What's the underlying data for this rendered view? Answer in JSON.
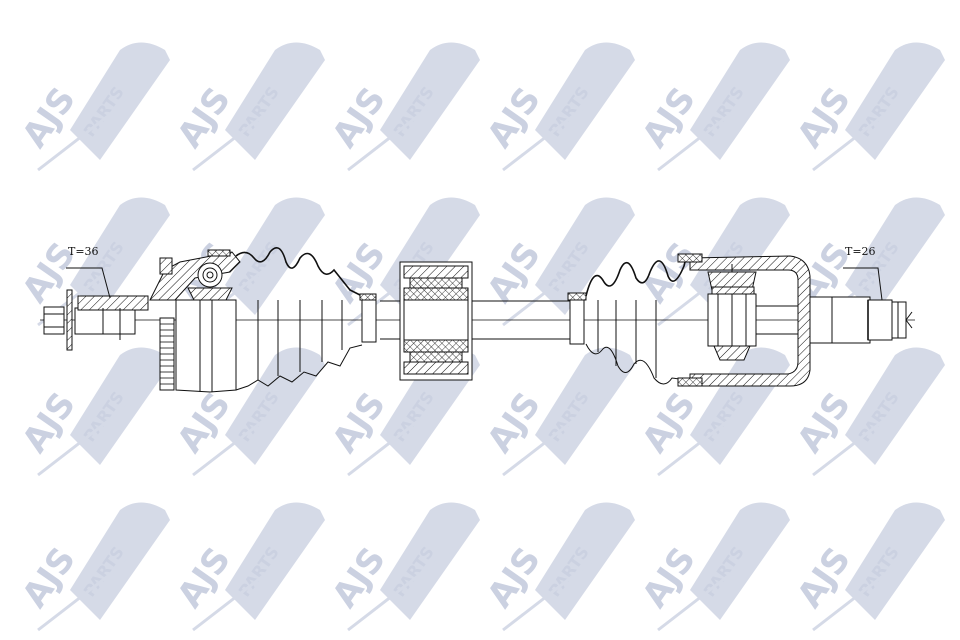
{
  "diagram": {
    "type": "technical-drawing",
    "subject": "CV drive shaft assembly (cross-section)",
    "watermark": {
      "text_main": "AJS",
      "text_sub": "PARTS",
      "color": "#c9cfe0",
      "grid_columns": 6,
      "grid_rows": 4
    },
    "callouts": [
      {
        "id": "left-spline",
        "text": "T=36"
      },
      {
        "id": "right-spline",
        "text": "T=26"
      }
    ],
    "components": [
      "wheel-side-stub-shaft",
      "washer",
      "hub-nut",
      "abs-ring",
      "outer-cv-joint",
      "outer-boot",
      "boot-clamp",
      "damper-mass",
      "shaft",
      "inner-boot",
      "inner-tripod-joint",
      "transmission-side-stub-shaft"
    ]
  }
}
